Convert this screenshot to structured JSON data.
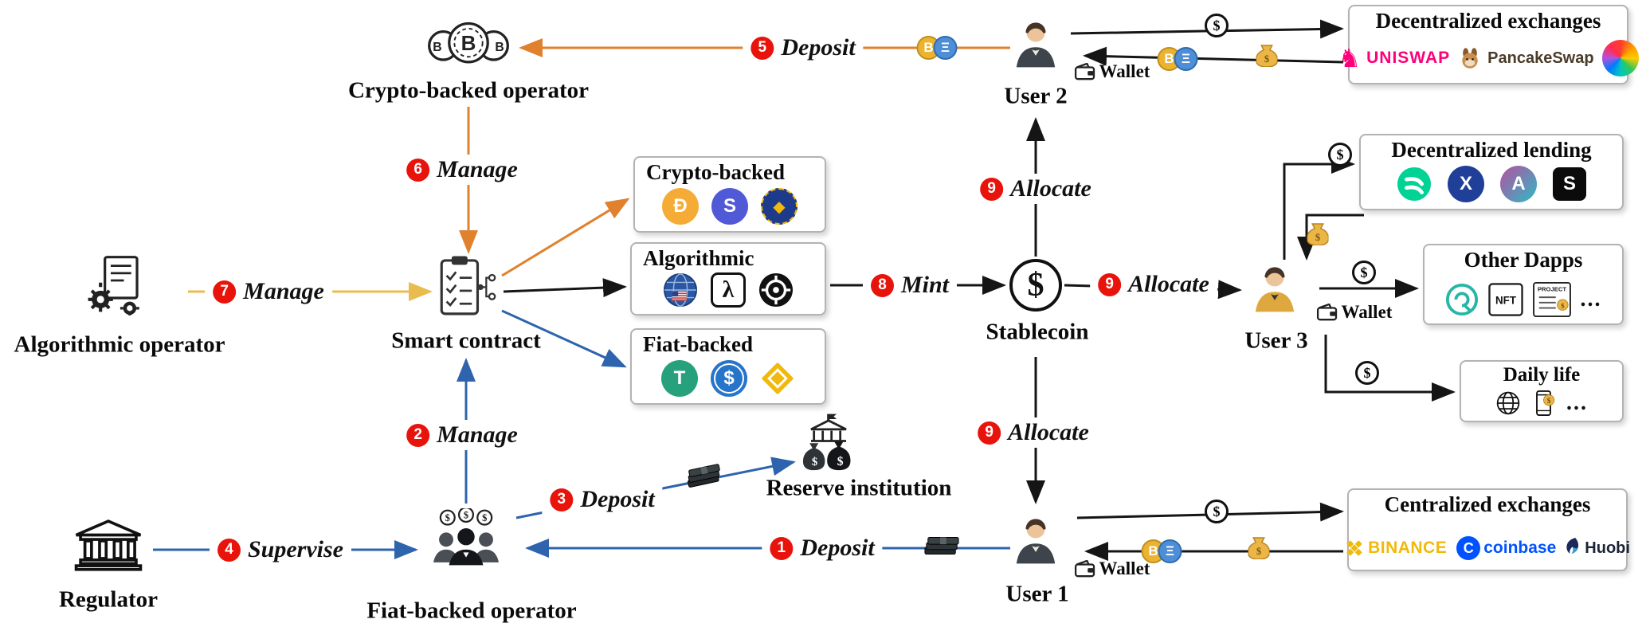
{
  "colors": {
    "arrow_orange": "#E0812E",
    "arrow_yellow": "#E8BC4F",
    "arrow_blue": "#2E64AD",
    "arrow_black": "#151515",
    "badge_red": "#E8140C",
    "uniswap_pink": "#FF007A",
    "binance_gold": "#F0B90B",
    "coinbase_blue": "#0052FF",
    "tether_teal": "#26A17B",
    "usdc_blue": "#2775CA",
    "dai_gold": "#F5AC37",
    "compound_green": "#00D395"
  },
  "steps": {
    "s1": {
      "num": "1",
      "label": "Deposit"
    },
    "s2": {
      "num": "2",
      "label": "Manage"
    },
    "s3": {
      "num": "3",
      "label": "Deposit"
    },
    "s4": {
      "num": "4",
      "label": "Supervise"
    },
    "s5": {
      "num": "5",
      "label": "Deposit"
    },
    "s6": {
      "num": "6",
      "label": "Manage"
    },
    "s7": {
      "num": "7",
      "label": "Manage"
    },
    "s8": {
      "num": "8",
      "label": "Mint"
    },
    "s9a": {
      "num": "9",
      "label": "Allocate"
    },
    "s9b": {
      "num": "9",
      "label": "Allocate"
    },
    "s9c": {
      "num": "9",
      "label": "Allocate"
    }
  },
  "nodes": {
    "crypto_backed_operator": {
      "label": "Crypto-backed operator"
    },
    "algorithmic_operator": {
      "label": "Algorithmic operator"
    },
    "regulator": {
      "label": "Regulator"
    },
    "fiat_backed_operator": {
      "label": "Fiat-backed operator"
    },
    "smart_contract": {
      "label": "Smart contract"
    },
    "reserve_institution": {
      "label": "Reserve institution"
    },
    "stablecoin": {
      "label": "Stablecoin"
    },
    "user1": {
      "label": "User 1",
      "wallet_label": "Wallet"
    },
    "user2": {
      "label": "User 2",
      "wallet_label": "Wallet"
    },
    "user3": {
      "label": "User 3",
      "wallet_label": "Wallet"
    }
  },
  "panels": {
    "crypto": {
      "title": "Crypto-backed"
    },
    "algo": {
      "title": "Algorithmic"
    },
    "fiat": {
      "title": "Fiat-backed"
    },
    "dex": {
      "title": "Decentralized exchanges",
      "uniswap": "UNISWAP",
      "pancakeswap": "PancakeSwap"
    },
    "lending": {
      "title": "Decentralized lending"
    },
    "dapps": {
      "title": "Other Dapps",
      "nft": "NFT",
      "project": "PROJECT",
      "more": "..."
    },
    "daily": {
      "title": "Daily life",
      "more": "..."
    },
    "cex": {
      "title": "Centralized exchanges",
      "binance": "BINANCE",
      "coinbase": "coinbase",
      "huobi": "Huobi"
    }
  },
  "glyphs": {
    "dollar": "$",
    "btc": "B",
    "eth": "Ξ",
    "dai": "Ð",
    "susd": "S",
    "crypto3": "◆",
    "lambda": "λ",
    "tether": "T",
    "usdc": "$",
    "aave": "A",
    "xchain": "X",
    "synth": "S",
    "coinbaseC": "C",
    "knight": "♞"
  }
}
